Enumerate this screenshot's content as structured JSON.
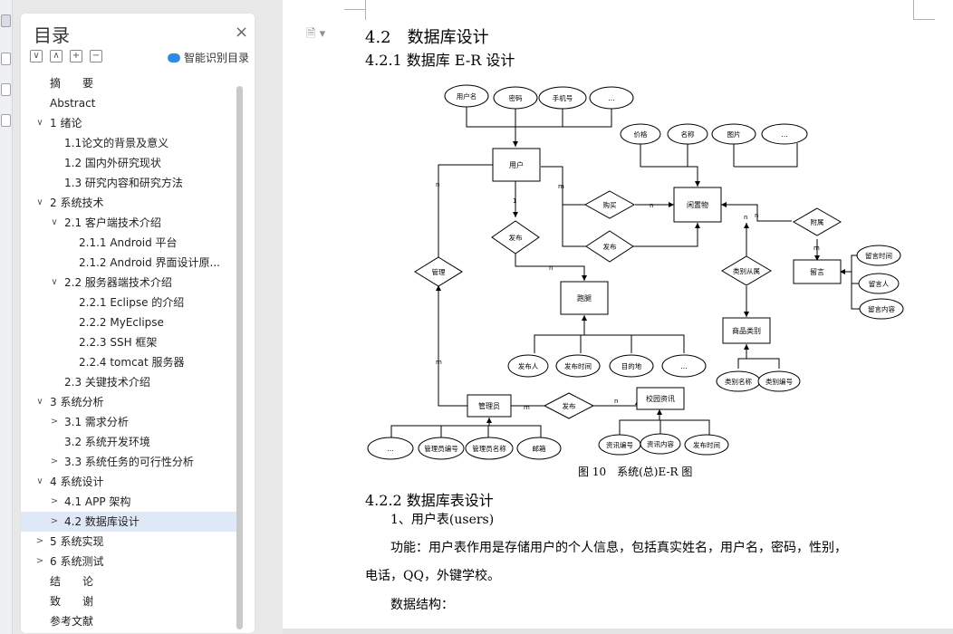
{
  "nav": {
    "title": "目录",
    "close": "×",
    "tools": [
      "∨",
      "∧",
      "+",
      "−"
    ],
    "smart_label": "智能识别目录",
    "items": [
      {
        "label": "摘　　要",
        "level": 0,
        "caret": ""
      },
      {
        "label": "Abstract",
        "level": 0,
        "caret": ""
      },
      {
        "label": "1 绪论",
        "level": 0,
        "caret": "∨"
      },
      {
        "label": "1.1论文的背景及意义",
        "level": 1,
        "caret": ""
      },
      {
        "label": "1.2 国内外研究现状",
        "level": 1,
        "caret": ""
      },
      {
        "label": "1.3  研究内容和研究方法",
        "level": 1,
        "caret": ""
      },
      {
        "label": "2 系统技术",
        "level": 0,
        "caret": "∨"
      },
      {
        "label": "2.1 客户端技术介绍",
        "level": 1,
        "caret": "∨"
      },
      {
        "label": "2.1.1 Android  平台",
        "level": 2,
        "caret": ""
      },
      {
        "label": "2.1.2 Android  界面设计原...",
        "level": 2,
        "caret": ""
      },
      {
        "label": "2.2 服务器端技术介绍",
        "level": 1,
        "caret": "∨"
      },
      {
        "label": "2.2.1 Eclipse  的介绍",
        "level": 2,
        "caret": ""
      },
      {
        "label": "2.2.2 MyEclipse",
        "level": 2,
        "caret": ""
      },
      {
        "label": "2.2.3 SSH  框架",
        "level": 2,
        "caret": ""
      },
      {
        "label": "2.2.4 tomcat  服务器",
        "level": 2,
        "caret": ""
      },
      {
        "label": "2.3  关键技术介绍",
        "level": 1,
        "caret": ""
      },
      {
        "label": "3 系统分析",
        "level": 0,
        "caret": "∨"
      },
      {
        "label": "3.1 需求分析",
        "level": 1,
        "caret": ">"
      },
      {
        "label": "3.2    系统开发环境",
        "level": 1,
        "caret": ""
      },
      {
        "label": "3.3    系统任务的可行性分析",
        "level": 1,
        "caret": ">"
      },
      {
        "label": "4 系统设计",
        "level": 0,
        "caret": "∨"
      },
      {
        "label": "4.1    APP 架构",
        "level": 1,
        "caret": ">"
      },
      {
        "label": "4.2    数据库设计",
        "level": 1,
        "caret": ">",
        "selected": true
      },
      {
        "label": "5 系统实现",
        "level": 0,
        "caret": ">"
      },
      {
        "label": "6 系统测试",
        "level": 0,
        "caret": ">"
      },
      {
        "label": "结　　论",
        "level": 0,
        "caret": ""
      },
      {
        "label": "致　　谢",
        "level": 0,
        "caret": ""
      },
      {
        "label": "参考文献",
        "level": 0,
        "caret": ""
      }
    ]
  },
  "doc": {
    "gutter_icon": "🗎 ▾",
    "h3": "4.2　数据库设计",
    "h4_er": "4.2.1 数据库 E-R 设计",
    "caption": "图 10　系统(总)E-R 图",
    "h4_table": "4.2.2 数据库表设计",
    "p1": "1、用户表(users)",
    "p2": "功能：用户表作用是存储用户的个人信息，包括真实姓名，用户名，密码，性别，",
    "p3": "电话，QQ，外键学校。",
    "p4": "数据结构："
  },
  "er": {
    "entities": {
      "user": "用户",
      "item": "闲置物",
      "errand": "跑腿",
      "admin": "管理员",
      "news": "校园资讯",
      "category": "商品类别",
      "message": "留言"
    },
    "relations": {
      "buy": "购买",
      "pub1": "发布",
      "pub2": "发布",
      "pub3": "发布",
      "manage": "管理",
      "belong": "类别从属",
      "attach": "附属"
    },
    "attrs": {
      "u_name": "用户名",
      "u_pwd": "密码",
      "u_phone": "手机号",
      "u_more": "…",
      "i_price": "价格",
      "i_name": "名称",
      "i_pic": "图片",
      "i_more": "…",
      "e_pub": "发布人",
      "e_time": "发布时间",
      "e_dest": "目的地",
      "e_more": "…",
      "a_more": "…",
      "a_id": "管理员编号",
      "a_name": "管理员名称",
      "a_mail": "邮箱",
      "n_id": "资讯编号",
      "n_content": "资讯内容",
      "n_time": "发布时间",
      "c_name": "类别名称",
      "c_id": "类别编号",
      "m_time": "留言时间",
      "m_person": "留言人",
      "m_content": "留言内容"
    },
    "card": {
      "n": "n",
      "m": "m",
      "one": "1"
    }
  }
}
